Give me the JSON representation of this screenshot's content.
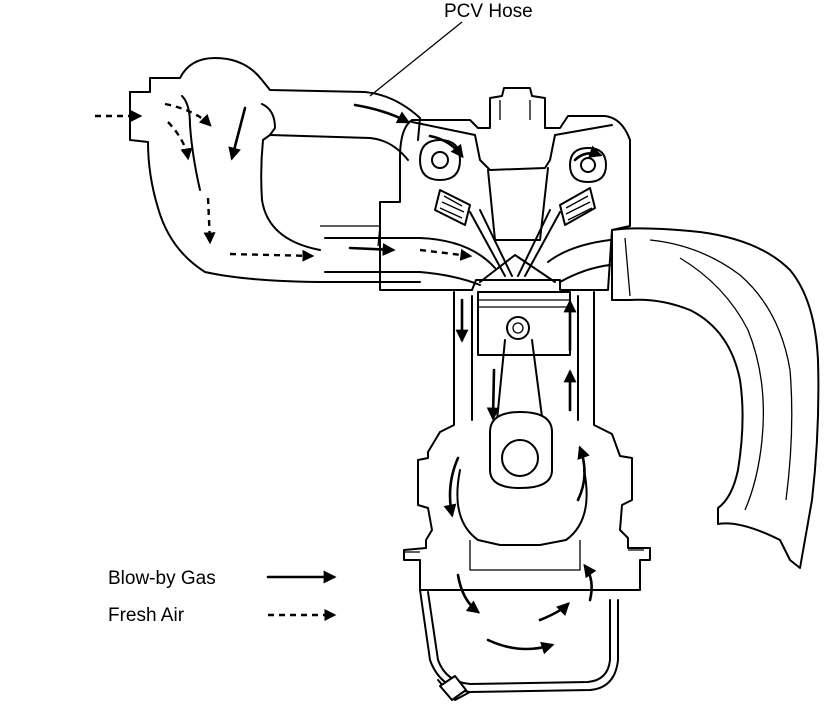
{
  "labels": {
    "pcv_hose": "PCV Hose",
    "blowby": "Blow-by Gas",
    "fresh_air": "Fresh Air"
  },
  "legend": [
    {
      "key": "blowby",
      "line": "solid"
    },
    {
      "key": "fresh_air",
      "line": "dashed"
    }
  ],
  "colors": {
    "ink": "#000000",
    "paper": "#ffffff"
  }
}
